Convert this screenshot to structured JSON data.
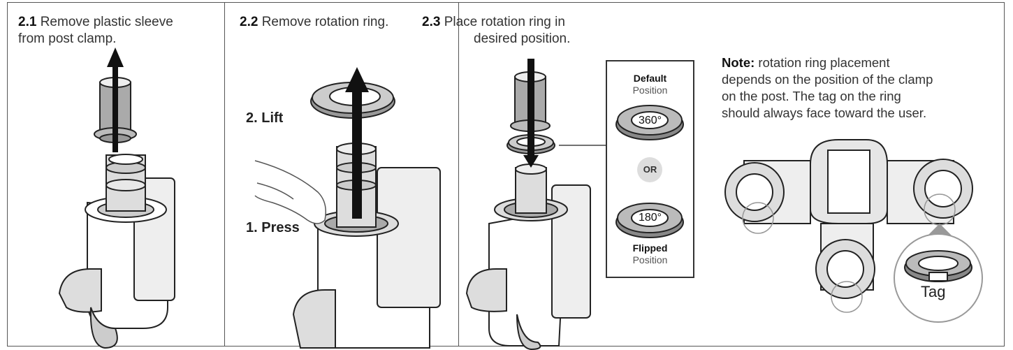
{
  "steps": [
    {
      "num": "2.1",
      "line1": "Remove plastic sleeve",
      "line2": "from post clamp."
    },
    {
      "num": "2.2",
      "line1": "Remove rotation ring."
    },
    {
      "num": "2.3",
      "line1": "Place rotation ring in",
      "line2": "desired position."
    }
  ],
  "actions": {
    "lift": "2. Lift",
    "press": "1. Press"
  },
  "options": {
    "default_title": "Default",
    "default_sub": "Position",
    "default_angle": "360°",
    "or": "OR",
    "flipped_angle": "180°",
    "flipped_title": "Flipped",
    "flipped_sub": "Position"
  },
  "note": {
    "label": "Note:",
    "line1": "rotation ring placement",
    "line2": "depends on the position of the clamp",
    "line3": "on the post. The tag on the ring",
    "line4": "should always face toward the user."
  },
  "tag_label": "Tag"
}
